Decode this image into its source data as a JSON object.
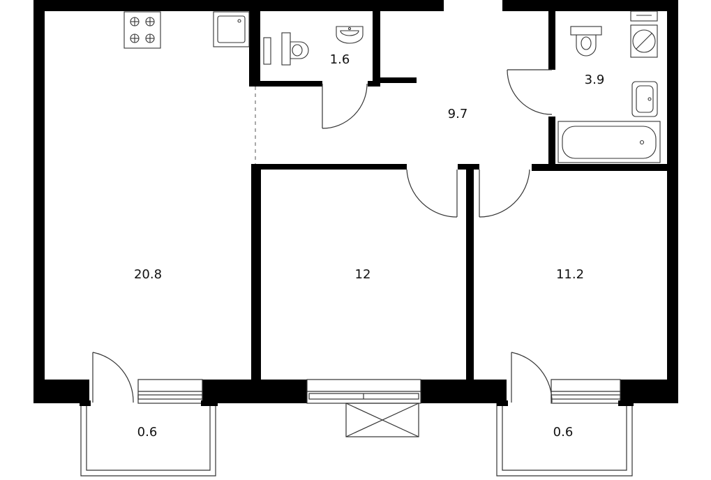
{
  "rooms": {
    "living_kitchen": {
      "area": "20.8"
    },
    "bedroom_1": {
      "area": "12"
    },
    "bedroom_2": {
      "area": "11.2"
    },
    "hall": {
      "area": "9.7"
    },
    "wc": {
      "area": "1.6"
    },
    "bathroom": {
      "area": "3.9"
    },
    "balcony_left": {
      "area": "0.6"
    },
    "balcony_right": {
      "area": "0.6"
    }
  },
  "colors": {
    "wall": "#000000",
    "line": "#333333",
    "background": "#ffffff"
  }
}
